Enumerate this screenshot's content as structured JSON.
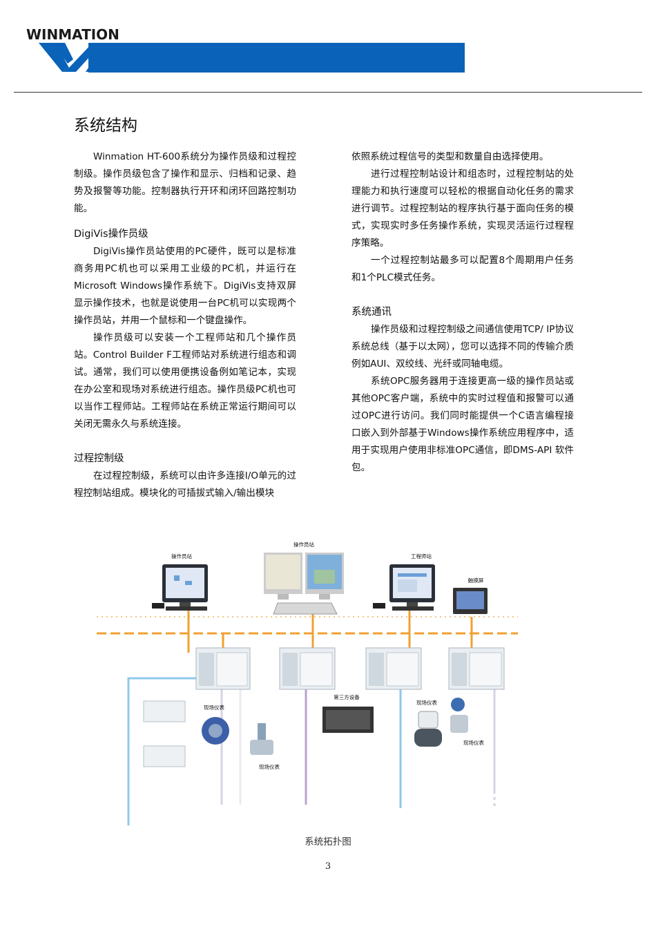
{
  "header": {
    "logo_text": "WINMATION",
    "brand_color": "#0a63b8"
  },
  "title": "系统结构",
  "left": {
    "p1": "Winmation HT-600系统分为操作员级和过程控制级。操作员级包含了操作和显示、归档和记录、趋势及报警等功能。控制器执行开环和闭环回路控制功能。",
    "h1": "DigiVis操作员级",
    "p2": "DigiVis操作员站使用的PC硬件，既可以是标准商务用PC机也可以采用工业级的PC机，并运行在Microsoft Windows操作系统下。DigiVis支持双屏显示操作技术，也就是说使用一台PC机可以实现两个操作员站，并用一个鼠标和一个键盘操作。",
    "p3": "操作员级可以安装一个工程师站和几个操作员站。Control Builder F工程师站对系统进行组态和调试。通常，我们可以使用便携设备例如笔记本，实现在办公室和现场对系统进行组态。操作员级PC机也可以当作工程师站。工程师站在系统正常运行期间可以关闭无需永久与系统连接。",
    "h2": "过程控制级",
    "p4": "在过程控制级，系统可以由许多连接I/O单元的过程控制站组成。模块化的可插拔式输入/输出模块"
  },
  "right": {
    "p1": "依照系统过程信号的类型和数量自由选择使用。",
    "p2": "进行过程控制站设计和组态时，过程控制站的处理能力和执行速度可以轻松的根据自动化任务的需求进行调节。过程控制站的程序执行基于面向任务的模式，实现实时多任务操作系统，实现灵活运行过程程序策略。",
    "p3": "一个过程控制站最多可以配置8个周期用户任务和1个PLC模式任务。",
    "h1": "系统通讯",
    "p4": "操作员级和过程控制级之间通信使用TCP/ IP协议系统总线（基于以太网），您可以选择不同的传输介质例如AUI、双绞线、光纤或同轴电缆。",
    "p5": "系统OPC服务器用于连接更高一级的操作员站或其他OPC客户端，系统中的实时过程值和报警可以通过OPC进行访问。我们同时能提供一个C语言编程接口嵌入到外部基于Windows操作系统应用程序中，适用于实现用户使用非标准OPC通信，即DMS-API 软件包。"
  },
  "diagram": {
    "operator_station_1": "操作员站",
    "operator_station_2": "操作员站",
    "engineer_station": "工程师站",
    "touch_screen": "触摸屏",
    "field_instrument_1": "现场仪表",
    "field_instrument_2": "现场仪表",
    "third_party": "第三方设备",
    "field_instrument_3": "现场仪表",
    "field_instrument_4": "现场仪表",
    "bus_color": "#f0a030",
    "io_line_color": "#8ec9ea",
    "purple_line_color": "#b8a4cc"
  },
  "caption": "系统拓扑图",
  "page_number": "3"
}
